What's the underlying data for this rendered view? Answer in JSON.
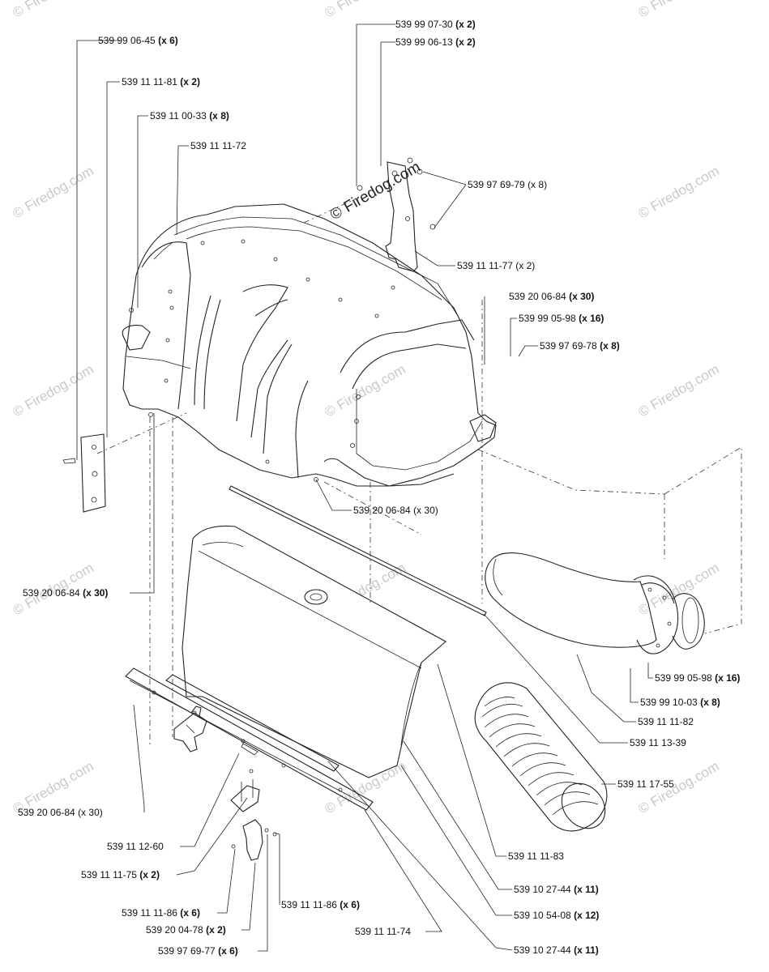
{
  "watermark": {
    "text": "© Firedog.com",
    "main_text": "© Firedog.com"
  },
  "callouts": [
    {
      "id": "c1",
      "part": "539 99 06-45",
      "qty": "(x 6)"
    },
    {
      "id": "c2",
      "part": "539 11 11-81",
      "qty": "(x 2)"
    },
    {
      "id": "c3",
      "part": "539 11 00-33",
      "qty": "(x 8)"
    },
    {
      "id": "c4",
      "part": "539 11 11-72",
      "qty": ""
    },
    {
      "id": "c5",
      "part": "539 99 07-30",
      "qty": "(x 2)"
    },
    {
      "id": "c6",
      "part": "539 99 06-13",
      "qty": "(x 2)"
    },
    {
      "id": "c7",
      "part": "539 97 69-79 (x 8)",
      "qty": ""
    },
    {
      "id": "c8",
      "part": "539 11 11-77 (x 2)",
      "qty": ""
    },
    {
      "id": "c9",
      "part": "539 20 06-84",
      "qty": "(x 30)"
    },
    {
      "id": "c10",
      "part": "539 99 05-98",
      "qty": "(x 16)"
    },
    {
      "id": "c11",
      "part": "539 97 69-78",
      "qty": "(x 8)"
    },
    {
      "id": "c12",
      "part": "539 20 06-84 (x 30)",
      "qty": ""
    },
    {
      "id": "c13",
      "part": "539 20 06-84",
      "qty": "(x 30)"
    },
    {
      "id": "c14",
      "part": "539 99 05-98",
      "qty": "(x 16)"
    },
    {
      "id": "c15",
      "part": "539 99 10-03",
      "qty": "(x 8)"
    },
    {
      "id": "c16",
      "part": "539 11 11-82",
      "qty": ""
    },
    {
      "id": "c17",
      "part": "539 11 13-39",
      "qty": ""
    },
    {
      "id": "c18",
      "part": "539 11 17-55",
      "qty": ""
    },
    {
      "id": "c19",
      "part": "539 20 06-84 (x 30)",
      "qty": ""
    },
    {
      "id": "c20",
      "part": "539 11 12-60",
      "qty": ""
    },
    {
      "id": "c21",
      "part": "539 11 11-75",
      "qty": "(x 2)"
    },
    {
      "id": "c22",
      "part": "539 11 11-83",
      "qty": ""
    },
    {
      "id": "c23",
      "part": "539 10 27-44",
      "qty": "(x 11)"
    },
    {
      "id": "c24",
      "part": "539 11 11-86",
      "qty": "(x 6)"
    },
    {
      "id": "c25",
      "part": "539 11 11-86",
      "qty": "(x 6)"
    },
    {
      "id": "c26",
      "part": "539 10 54-08",
      "qty": "(x 12)"
    },
    {
      "id": "c27",
      "part": "539 20 04-78",
      "qty": "(x 2)"
    },
    {
      "id": "c28",
      "part": "539 11 11-74",
      "qty": ""
    },
    {
      "id": "c29",
      "part": "539 97 69-77",
      "qty": "(x 6)"
    },
    {
      "id": "c30",
      "part": "539 10 27-44",
      "qty": "(x 11)"
    }
  ]
}
